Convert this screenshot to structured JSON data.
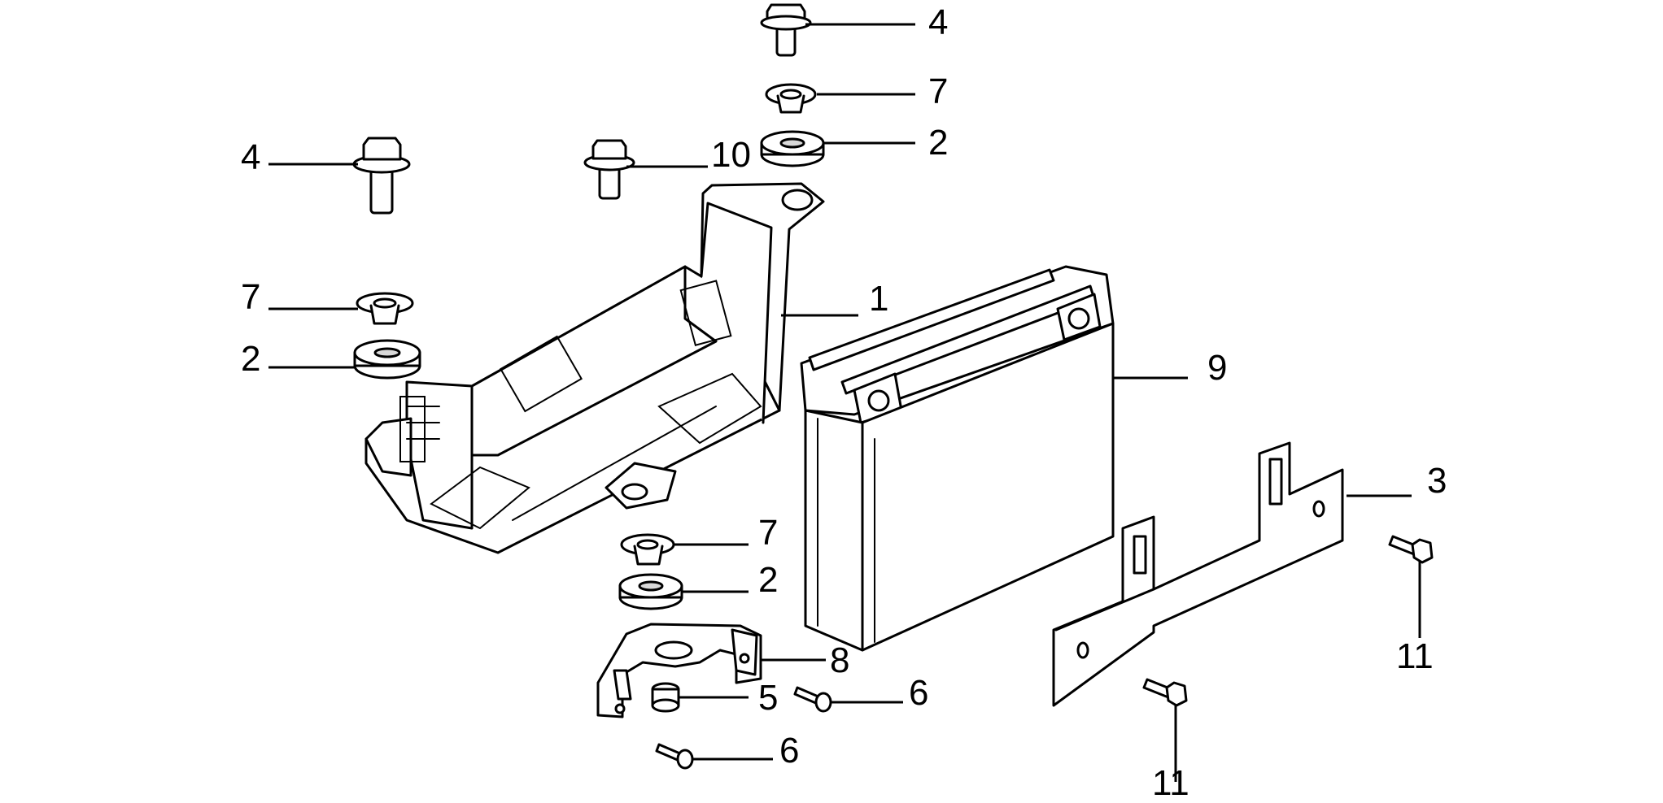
{
  "callouts": {
    "c1": "1",
    "c2a": "2",
    "c2b": "2",
    "c2c": "2",
    "c3": "3",
    "c4a": "4",
    "c4b": "4",
    "c5": "5",
    "c6a": "6",
    "c6b": "6",
    "c7a": "7",
    "c7b": "7",
    "c7c": "7",
    "c8": "8",
    "c9": "9",
    "c10": "10",
    "c11a": "11",
    "c11b": "11"
  },
  "colors": {
    "line": "#000000",
    "background": "#ffffff"
  }
}
